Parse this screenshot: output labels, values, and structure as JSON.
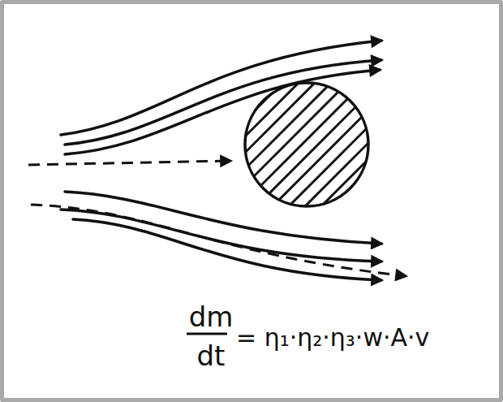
{
  "diagram": {
    "labels": [
      "dm",
      "dt",
      "= η₁·η₂·η₃·w·A·v"
    ]
  }
}
